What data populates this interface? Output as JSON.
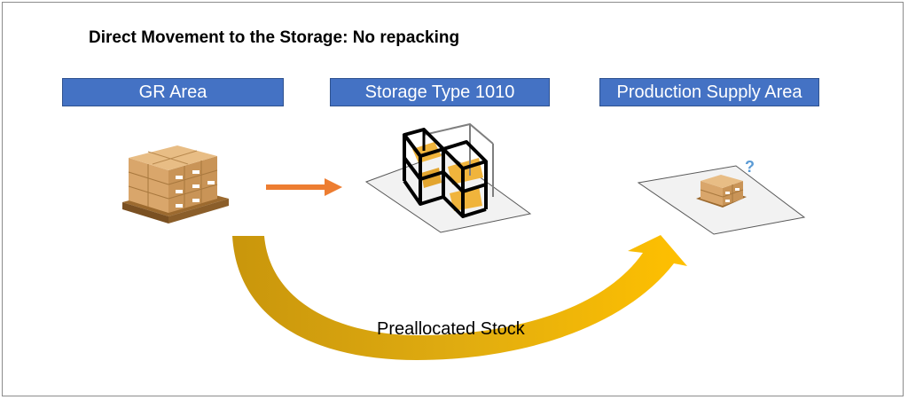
{
  "diagram": {
    "title": "Direct Movement to the Storage: No repacking",
    "areas": [
      {
        "label": "GR Area"
      },
      {
        "label": "Storage Type 1010"
      },
      {
        "label": "Production Supply Area"
      }
    ],
    "flow_caption": "Preallocated Stock",
    "question_mark": "?",
    "colors": {
      "label_fill": "#4472c4",
      "arrow_orange": "#ed7d31",
      "curve_gold": "#d4a017",
      "curve_light": "#ffc000",
      "box_tan": "#d9a66b",
      "pallet_brown": "#b07a3a",
      "question_blue": "#5b9bd5"
    },
    "icons": [
      "pallet-boxes-icon",
      "storage-rack-icon",
      "small-pallet-icon",
      "right-arrow-icon",
      "curved-arrow-icon"
    ]
  }
}
